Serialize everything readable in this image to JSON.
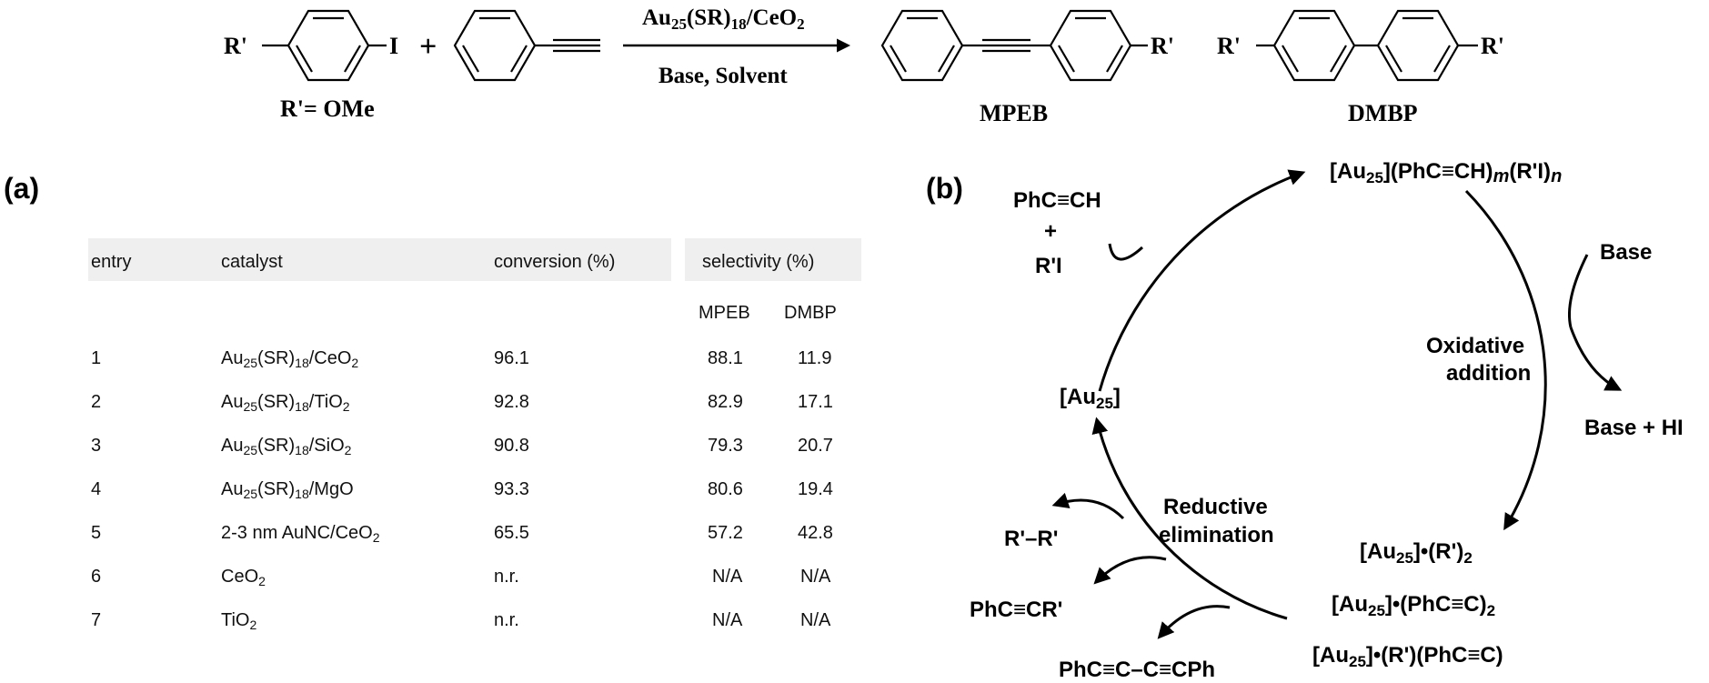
{
  "scheme": {
    "reactant_substituent": "R'",
    "reactant_leaving_group": "I",
    "plus_sign": "+",
    "r_definition": "R'= OMe",
    "catalyst_base": "Au",
    "catalyst_sub1": "25",
    "catalyst_mid": "(SR)",
    "catalyst_sub2": "18",
    "catalyst_support": "/CeO",
    "catalyst_sub3": "2",
    "conditions": "Base, Solvent",
    "product_1_substituent": "R'",
    "product_1_name": "MPEB",
    "product_2_substituent_left": "R'",
    "product_2_substituent_right": "R'",
    "product_2_name": "DMBP"
  },
  "panel_a": {
    "label": "(a)",
    "headers": {
      "entry": "entry",
      "catalyst": "catalyst",
      "conversion": "conversion (%)",
      "selectivity": "selectivity (%)"
    },
    "subheaders": {
      "mpeb": "MPEB",
      "dmbp": "DMBP"
    },
    "rows": [
      {
        "entry": "1",
        "cat_pre": "Au",
        "cat_s1": "25",
        "cat_mid": "(SR)",
        "cat_s2": "18",
        "cat_post": "/CeO",
        "cat_s3": "2",
        "conversion": "96.1",
        "mpeb": "88.1",
        "dmbp": "11.9"
      },
      {
        "entry": "2",
        "cat_pre": "Au",
        "cat_s1": "25",
        "cat_mid": "(SR)",
        "cat_s2": "18",
        "cat_post": "/TiO",
        "cat_s3": "2",
        "conversion": "92.8",
        "mpeb": "82.9",
        "dmbp": "17.1"
      },
      {
        "entry": "3",
        "cat_pre": "Au",
        "cat_s1": "25",
        "cat_mid": "(SR)",
        "cat_s2": "18",
        "cat_post": "/SiO",
        "cat_s3": "2",
        "conversion": "90.8",
        "mpeb": "79.3",
        "dmbp": "20.7"
      },
      {
        "entry": "4",
        "cat_pre": "Au",
        "cat_s1": "25",
        "cat_mid": "(SR)",
        "cat_s2": "18",
        "cat_post": "/MgO",
        "cat_s3": "",
        "conversion": "93.3",
        "mpeb": "80.6",
        "dmbp": "19.4"
      },
      {
        "entry": "5",
        "cat_pre": "2-3 nm AuNC/CeO",
        "cat_s1": "2",
        "cat_mid": "",
        "cat_s2": "",
        "cat_post": "",
        "cat_s3": "",
        "conversion": "65.5",
        "mpeb": "57.2",
        "dmbp": "42.8"
      },
      {
        "entry": "6",
        "cat_pre": "CeO",
        "cat_s1": "2",
        "cat_mid": "",
        "cat_s2": "",
        "cat_post": "",
        "cat_s3": "",
        "conversion": "n.r.",
        "mpeb": "N/A",
        "dmbp": "N/A"
      },
      {
        "entry": "7",
        "cat_pre": "TiO",
        "cat_s1": "2",
        "cat_mid": "",
        "cat_s2": "",
        "cat_post": "",
        "cat_s3": "",
        "conversion": "n.r.",
        "mpeb": "N/A",
        "dmbp": "N/A"
      }
    ]
  },
  "panel_b": {
    "label": "(b)",
    "intermediate_top": {
      "a": "[Au",
      "s": "25",
      "b": "](PhC≡CH)",
      "m": "m",
      "c": "(R'I)",
      "n": "n"
    },
    "reagent_alkyne": "PhC≡CH",
    "reagent_plus": "+",
    "reagent_halide": "R'I",
    "base": "Base",
    "step_oxidative_1": "Oxidative",
    "step_oxidative_2": "addition",
    "byproduct": "Base + HI",
    "catalyst": {
      "a": "[Au",
      "s": "25",
      "b": "]"
    },
    "intermediate_1": {
      "a": "[Au",
      "s": "25",
      "b": "]•(R')",
      "t": "2"
    },
    "intermediate_2": {
      "a": "[Au",
      "s": "25",
      "b": "]•(PhC≡C)",
      "t": "2"
    },
    "intermediate_3": {
      "a": "[Au",
      "s": "25",
      "b": "]•(R')(PhC≡C)"
    },
    "step_reductive_1": "Reductive",
    "step_reductive_2": "elimination",
    "product_1": "R'–R'",
    "product_2": "PhC≡CR'",
    "product_3": "PhC≡C–C≡CPh"
  }
}
